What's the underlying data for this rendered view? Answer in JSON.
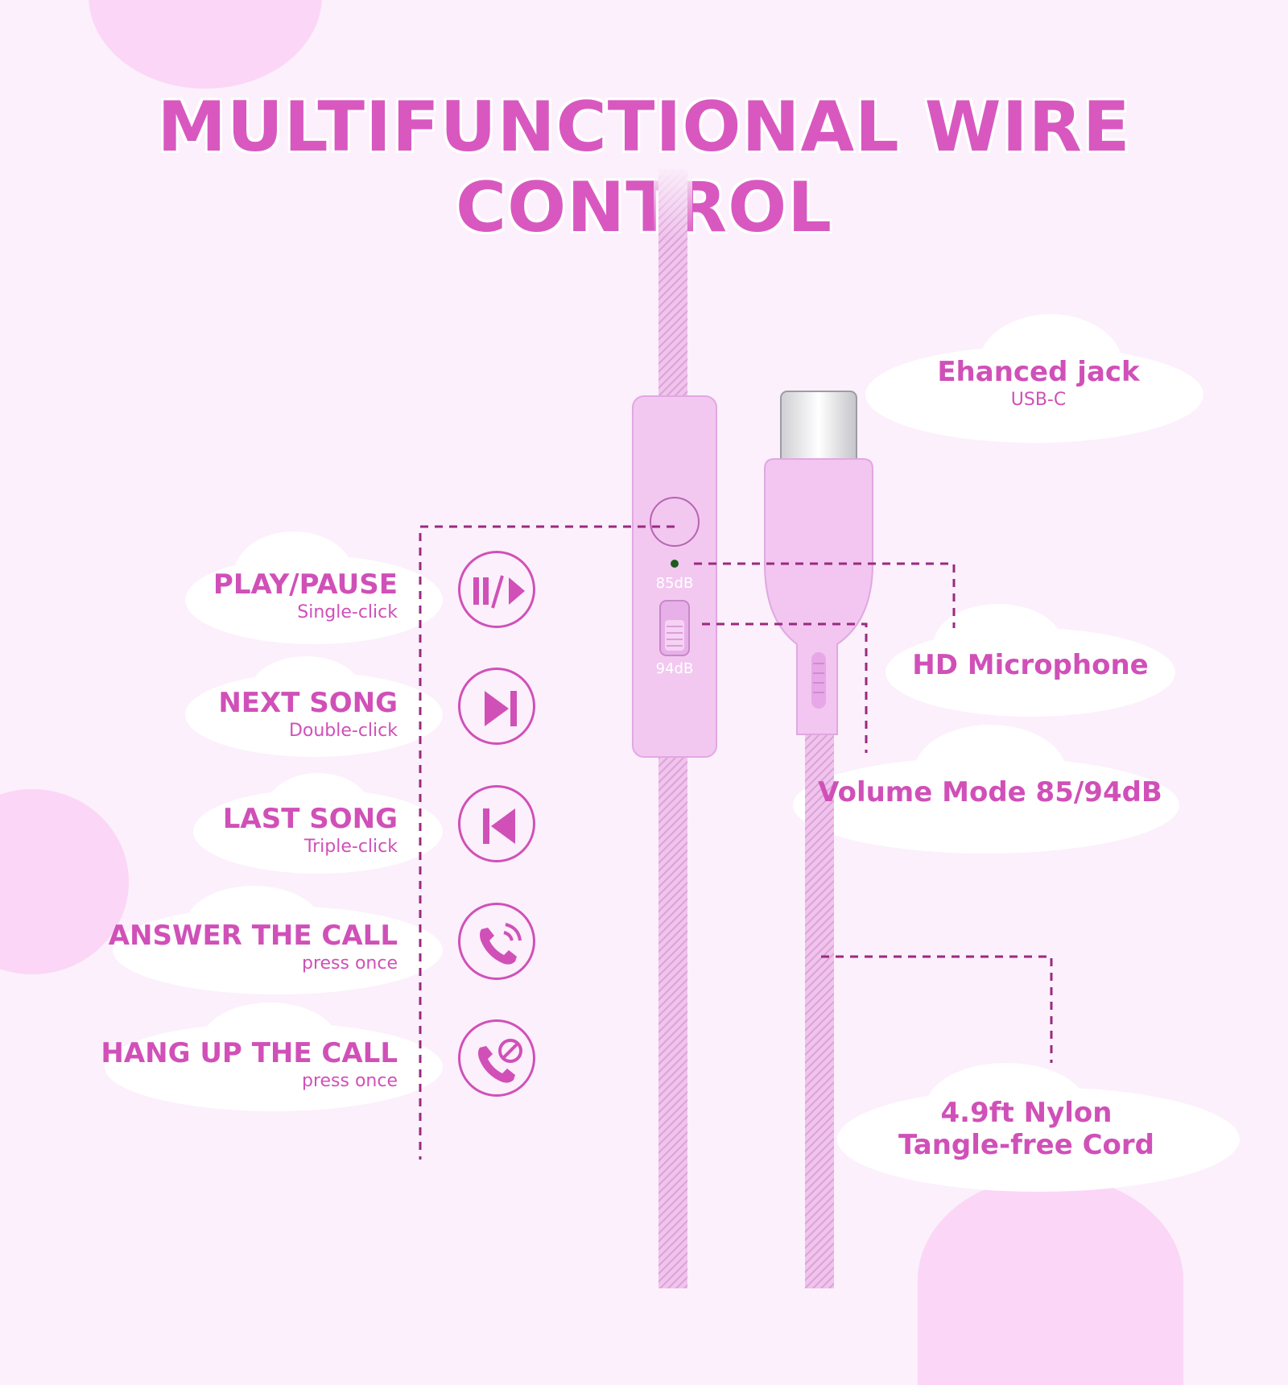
{
  "title": "MULTIFUNCTIONAL WIRE CONTROL",
  "functions": [
    {
      "name": "PLAY/PAUSE",
      "action": "Single-click",
      "icon": "play-pause-icon"
    },
    {
      "name": "NEXT SONG",
      "action": "Double-click",
      "icon": "next-track-icon"
    },
    {
      "name": "LAST SONG",
      "action": "Triple-click",
      "icon": "previous-track-icon"
    },
    {
      "name": "ANSWER THE CALL",
      "action": "press once",
      "icon": "answer-call-icon"
    },
    {
      "name": "HANG UP THE CALL",
      "action": "press once",
      "icon": "hang-up-call-icon"
    }
  ],
  "features": {
    "jack": {
      "title": "Ehanced jack",
      "subtitle": "USB-C"
    },
    "microphone": {
      "title": "HD Microphone"
    },
    "volume": {
      "title": "Volume Mode 85/94dB"
    },
    "cord": {
      "line1": "4.9ft Nylon",
      "line2": "Tangle-free Cord"
    }
  },
  "remote": {
    "low_db": "85dB",
    "high_db": "94dB"
  },
  "colors": {
    "accent": "#d050b8",
    "cable": "#f0c4ec",
    "background": "#fbf0fb",
    "dash": "#9a2a80"
  }
}
